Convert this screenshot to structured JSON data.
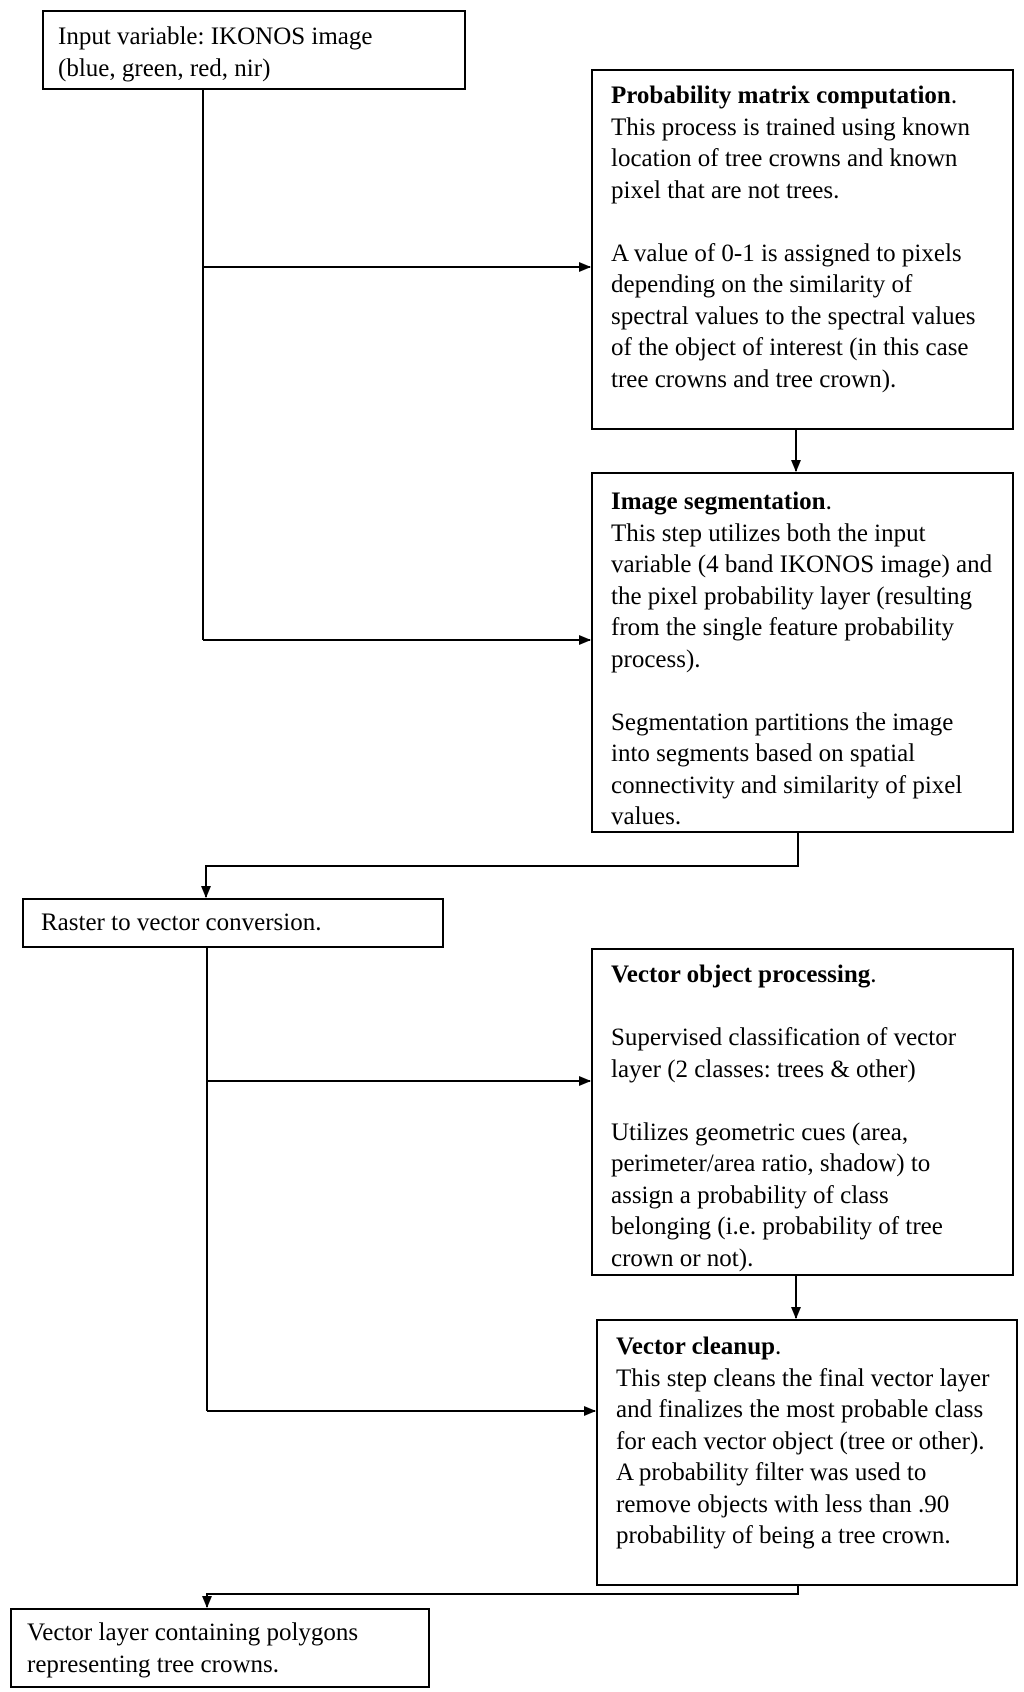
{
  "boxes": {
    "input": {
      "line1": "Input variable: IKONOS image",
      "line2": "(blue, green, red, nir)"
    },
    "probability": {
      "title": "Probability matrix computation",
      "title_suffix": ".",
      "para1": "This process is trained using known location of tree crowns and known pixel that are not trees.",
      "para2": "A value of 0-1 is assigned to pixels depending on the similarity of spectral values to the spectral values of the object of interest (in this case tree crowns and tree crown)."
    },
    "segmentation": {
      "title": "Image segmentation",
      "title_suffix": ".",
      "para1": "This step utilizes both the input variable (4 band IKONOS image) and the pixel probability layer (resulting from the single feature probability process).",
      "para2": "Segmentation partitions the image into segments based on spatial connectivity and similarity of pixel values."
    },
    "raster": {
      "text": "Raster to vector conversion."
    },
    "vector_processing": {
      "title": "Vector object processing",
      "title_suffix": ".",
      "para1": "Supervised classification of vector layer (2 classes: trees & other)",
      "para2": "Utilizes geometric cues (area, perimeter/area ratio, shadow) to assign a probability of class belonging (i.e. probability of tree crown or not)."
    },
    "cleanup": {
      "title": "Vector cleanup",
      "title_suffix": ".",
      "para1": "This step cleans the final vector layer and finalizes the most probable class for each vector object (tree or other). A probability filter was used to remove objects with less than .90 probability of being a tree crown."
    },
    "output": {
      "line1": "Vector layer containing polygons",
      "line2": "representing tree crowns."
    }
  }
}
